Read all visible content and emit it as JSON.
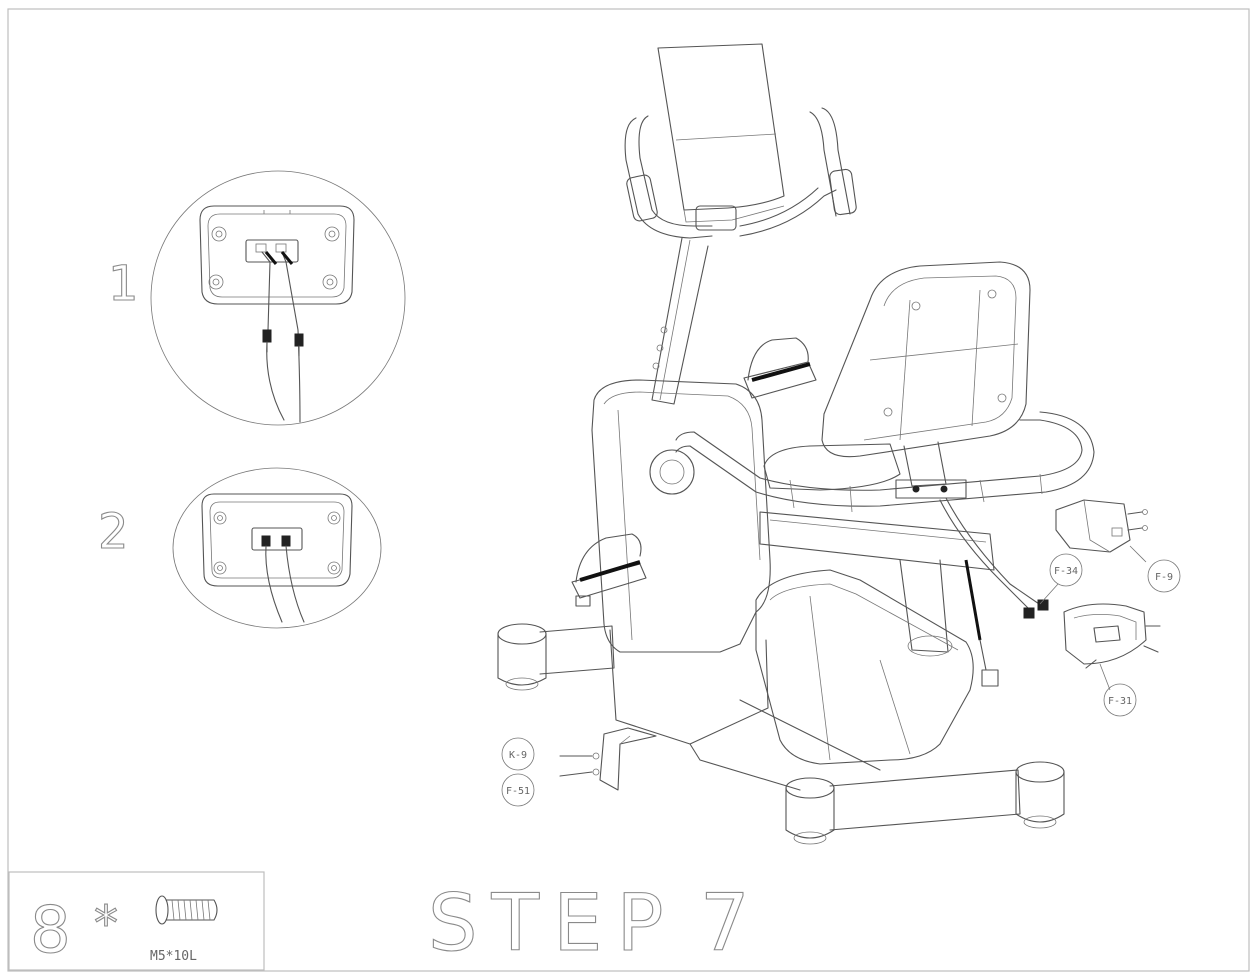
{
  "step": {
    "word": "STEP",
    "number": "7"
  },
  "detail_1": {
    "number": "1"
  },
  "detail_2": {
    "number": "2"
  },
  "hardware": {
    "quantity": "8",
    "times": "*",
    "spec": "M5*10L"
  },
  "part_labels": {
    "upper_right_cover": "F-9",
    "connector": "F-34",
    "lower_right_cover": "F-31",
    "screw_left": "K-9",
    "bracket_left": "F-51"
  }
}
